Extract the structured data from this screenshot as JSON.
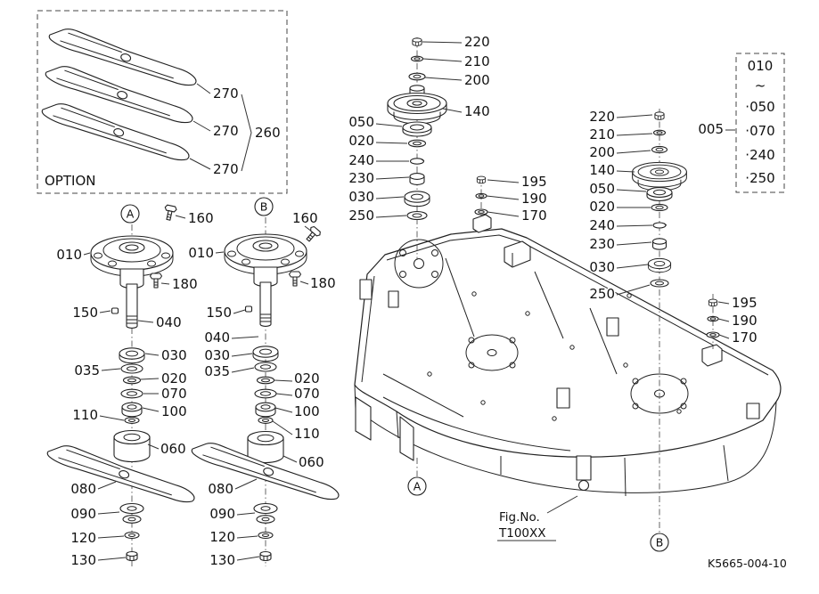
{
  "colors": {
    "line": "#222222",
    "text": "#111111",
    "background": "#ffffff"
  },
  "meta": {
    "drawing_code": "K5665-004-10",
    "fig_label": "Fig.No.",
    "fig_value": "T100XX"
  },
  "option_box": {
    "title": "OPTION",
    "blade_callouts": [
      "270",
      "270",
      "270"
    ],
    "set_callout": "260"
  },
  "markers": {
    "a": "A",
    "b": "B"
  },
  "spindle_a": {
    "bolt_top": "160",
    "housing": "010",
    "bolt_flange": "180",
    "pin": "150",
    "shaft": "040",
    "bearing_upper": "030",
    "collar": "035",
    "shim": "020",
    "seal": "070",
    "spacer": "110",
    "bearing_lower": "100",
    "support": "060",
    "blade": "080",
    "washer_set": "090",
    "lock_washer": "120",
    "nut": "130"
  },
  "spindle_b": {
    "bolt_top": "160",
    "housing": "010",
    "bolt_flange": "180",
    "pin": "150",
    "shaft": "040",
    "bearing_upper": "030",
    "collar": "035",
    "shim": "020",
    "seal": "070",
    "spacer": "110",
    "bearing_lower": "100",
    "support": "060",
    "blade": "080",
    "washer_set": "090",
    "lock_washer": "120",
    "nut": "130"
  },
  "pulley_center": {
    "nut": "220",
    "spring_washer": "210",
    "washer": "200",
    "pulley": "140",
    "cover": "050",
    "shim": "020",
    "snap_ring": "240",
    "spacer": "230",
    "bearing": "030",
    "washer_lower": "250"
  },
  "pulley_right": {
    "nut": "220",
    "spring_washer": "210",
    "washer": "200",
    "pulley": "140",
    "cover": "050",
    "shim": "020",
    "snap_ring": "240",
    "spacer": "230",
    "bearing": "030",
    "washer_lower": "250"
  },
  "hardware_center": {
    "nut": "195",
    "spring_washer": "190",
    "washer": "170"
  },
  "hardware_right": {
    "nut": "195",
    "spring_washer": "190",
    "washer": "170"
  },
  "kit_box": {
    "callout": "005",
    "items": [
      "010",
      "~",
      "·050",
      "·070",
      "·240",
      "·250"
    ]
  }
}
